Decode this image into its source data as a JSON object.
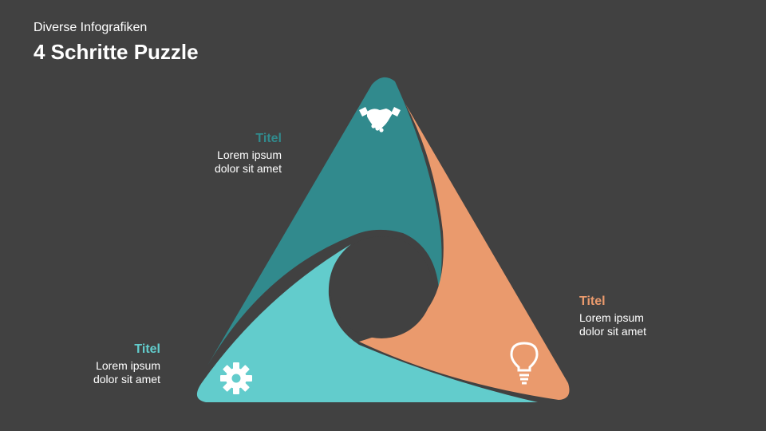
{
  "header": {
    "subtitle": "Diverse Infografiken",
    "title": "4 Schritte Puzzle"
  },
  "segments": [
    {
      "id": "top",
      "heading": "Titel",
      "line1": "Lorem ipsum",
      "line2": "dolor sit amet",
      "color": "#318a8d",
      "icon": "handshake-icon"
    },
    {
      "id": "right",
      "heading": "Titel",
      "line1": "Lorem ipsum",
      "line2": "dolor sit amet",
      "color": "#ea9a6d",
      "icon": "lightbulb-icon"
    },
    {
      "id": "left",
      "heading": "Titel",
      "line1": "Lorem ipsum",
      "line2": "dolor sit amet",
      "color": "#62cccc",
      "icon": "gear-icon"
    }
  ],
  "colors": {
    "background": "#414141",
    "text": "#ffffff"
  }
}
